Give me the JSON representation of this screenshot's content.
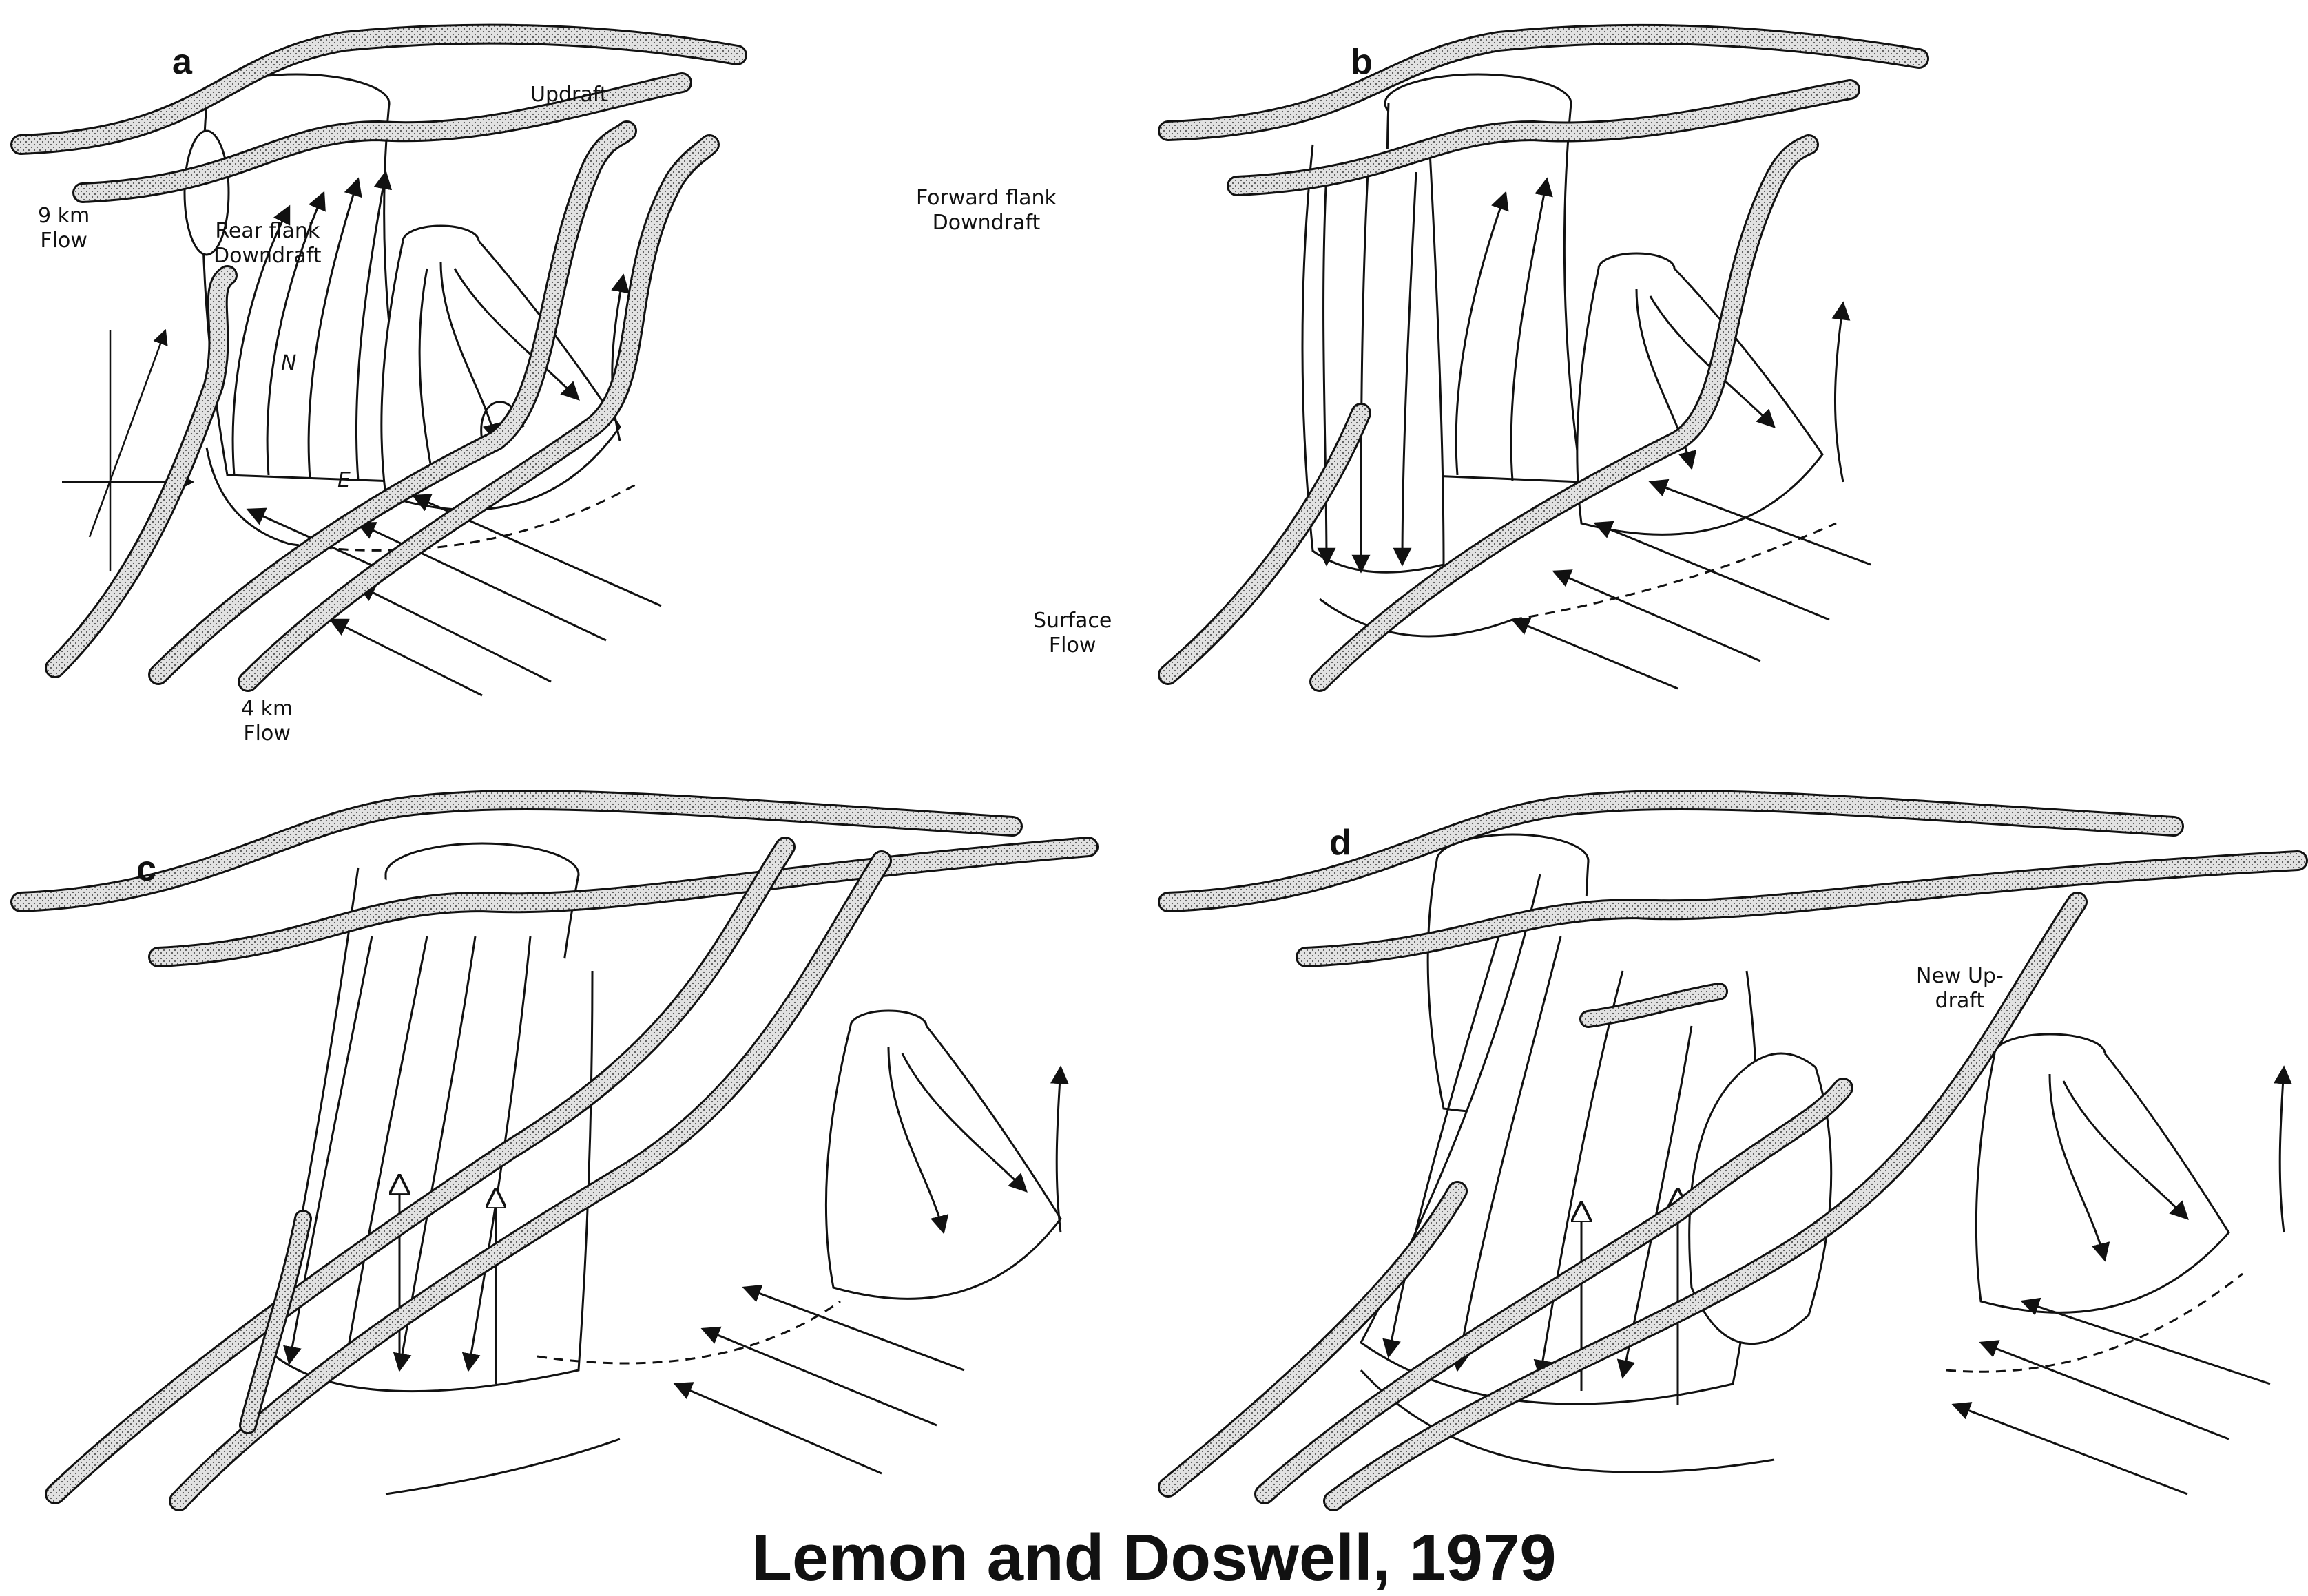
{
  "panels": [
    {
      "letter": "a",
      "labels": {
        "updraft": "Updraft",
        "rear_flank_1": "Rear flank",
        "rear_flank_2": "Downdraft",
        "forward_flank_1": "Forward flank",
        "forward_flank_2": "Downdraft",
        "flow_9km_1": "9 km",
        "flow_9km_2": "Flow",
        "surface_1": "Surface",
        "surface_2": "Flow",
        "flow_4km_1": "4 km",
        "flow_4km_2": "Flow",
        "axis_n": "N",
        "axis_e": "E"
      }
    },
    {
      "letter": "b"
    },
    {
      "letter": "c"
    },
    {
      "letter": "d",
      "labels": {
        "new_updraft_1": "New Up-",
        "new_updraft_2": "draft"
      }
    }
  ],
  "citation": "Lemon and Doswell, 1979",
  "colors": {
    "ink": "#111111",
    "ribbon_fill": "#d9d9d9",
    "background": "#ffffff"
  }
}
